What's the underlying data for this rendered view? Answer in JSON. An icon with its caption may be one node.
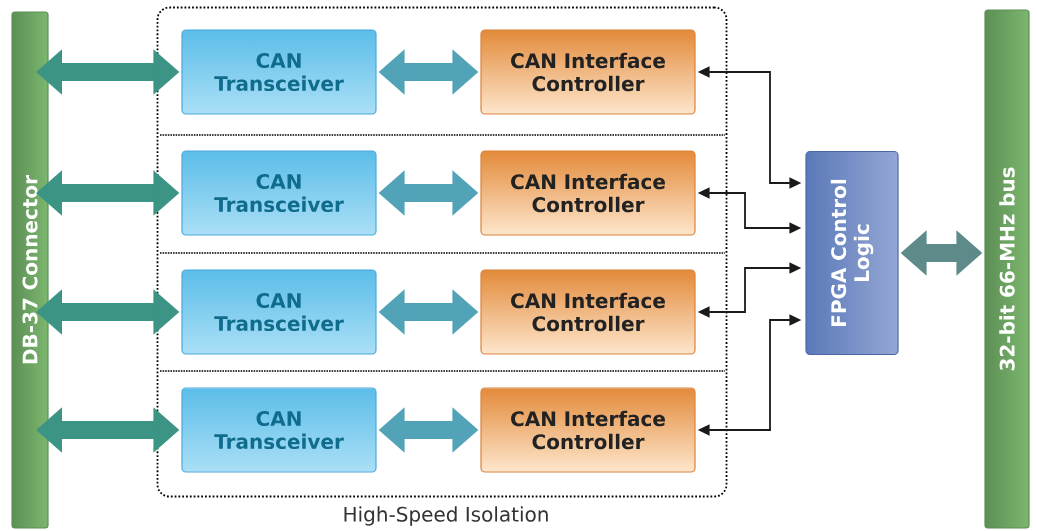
{
  "diagram": {
    "nodes": [
      {
        "text": [
          "DB-37 Connector"
        ]
      },
      {
        "text": [
          "High-Speed Isolation"
        ]
      },
      {
        "text": [
          "CAN Transceiver"
        ],
        "in": 1
      },
      {
        "text": [
          "CAN Interface Controller"
        ],
        "in": 1
      },
      {
        "text": [
          "CAN Transceiver"
        ],
        "in": 1
      },
      {
        "text": [
          "CAN Interface Controller"
        ],
        "in": 1
      },
      {
        "text": [
          "CAN Transceiver"
        ],
        "in": 1
      },
      {
        "text": [
          "CAN Interface Controller"
        ],
        "in": 1
      },
      {
        "text": [
          "CAN Transceiver"
        ],
        "in": 1
      },
      {
        "text": [
          "CAN Interface Controller"
        ],
        "in": 1
      },
      {
        "text": [
          "FPGA Control Logic"
        ]
      },
      {
        "text": [
          "32-bit 66-MHz bus"
        ]
      }
    ],
    "edges": [
      {
        "from": 0,
        "to": 2,
        "arrow": "both",
        "color": "#3c9484"
      },
      {
        "from": 2,
        "to": 3,
        "arrow": "both",
        "color": "#52a3b8"
      },
      {
        "from": 0,
        "to": 4,
        "arrow": "both",
        "color": "#3c9484"
      },
      {
        "from": 4,
        "to": 5,
        "arrow": "both",
        "color": "#52a3b8"
      },
      {
        "from": 0,
        "to": 6,
        "arrow": "both",
        "color": "#3c9484"
      },
      {
        "from": 6,
        "to": 7,
        "arrow": "both",
        "color": "#52a3b8"
      },
      {
        "from": 0,
        "to": 8,
        "arrow": "both",
        "color": "#3c9484"
      },
      {
        "from": 8,
        "to": 9,
        "arrow": "both",
        "color": "#52a3b8"
      },
      {
        "from": 10,
        "to": 3,
        "arrow": "both",
        "color": "#1a1a1a"
      },
      {
        "from": 10,
        "to": 5,
        "arrow": "both",
        "color": "#1a1a1a"
      },
      {
        "from": 10,
        "to": 7,
        "arrow": "both",
        "color": "#1a1a1a"
      },
      {
        "from": 10,
        "to": 9,
        "arrow": "both",
        "color": "#1a1a1a"
      },
      {
        "from": 10,
        "to": 11,
        "arrow": "both",
        "color": "#5f8a8a"
      }
    ]
  }
}
